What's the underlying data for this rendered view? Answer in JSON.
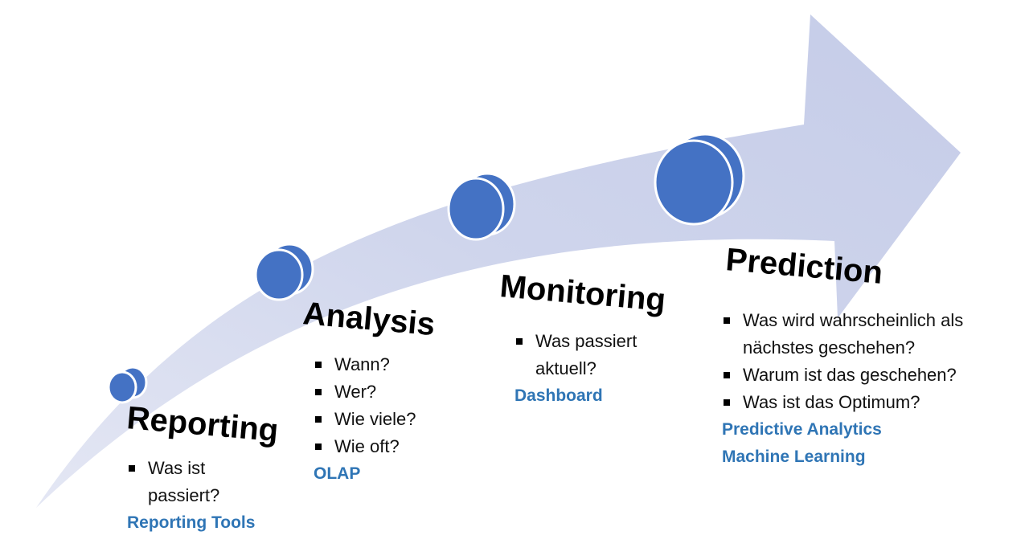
{
  "colors": {
    "arrow_fill": "#cdd3ea",
    "disk_fill": "#4472c4",
    "disk_stroke": "#ffffff",
    "tool_text": "#2f75b5"
  },
  "icons": [
    "disk-icon-small",
    "disk-icon-medium",
    "disk-icon-large",
    "disk-icon-xlarge"
  ],
  "stages": [
    {
      "title": "Reporting",
      "bullets": [
        "Was ist passiert?"
      ],
      "tools": [
        "Reporting Tools"
      ]
    },
    {
      "title": "Analysis",
      "bullets": [
        "Wann?",
        "Wer?",
        "Wie viele?",
        "Wie oft?"
      ],
      "tools": [
        "OLAP"
      ]
    },
    {
      "title": "Monitoring",
      "bullets": [
        "Was passiert aktuell?"
      ],
      "tools": [
        "Dashboard"
      ]
    },
    {
      "title": "Prediction",
      "bullets": [
        "Was wird wahrscheinlich als nächstes geschehen?",
        "Warum ist das geschehen?",
        "Was ist das Optimum?"
      ],
      "tools": [
        "Predictive Analytics",
        "Machine Learning"
      ]
    }
  ]
}
